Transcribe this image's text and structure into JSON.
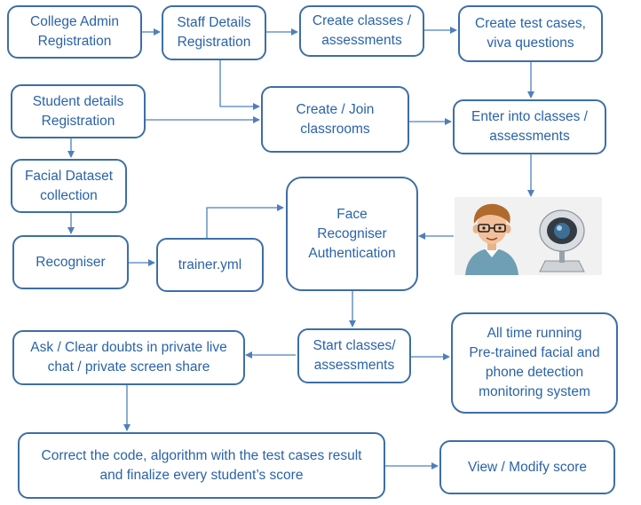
{
  "colors": {
    "box_border": "#3d6ea5",
    "text": "#2a63a8",
    "arrow": "#4f80bd",
    "background": "#ffffff"
  },
  "nodes": {
    "college_admin": "College Admin\nRegistration",
    "staff_details": "Staff Details\nRegistration",
    "create_classes": "Create classes /\nassessments",
    "create_tests": "Create test cases,\nviva questions",
    "student_details": "Student details\nRegistration",
    "create_join": "Create / Join\nclassrooms",
    "enter_classes": "Enter into classes /\nassessments",
    "facial_dataset": "Facial Dataset\ncollection",
    "recogniser": "Recogniser",
    "trainer": "trainer.yml",
    "face_auth": "Face\nRecogniser\nAuthentication",
    "start_classes": "Start  classes/\nassessments",
    "ask_doubts": "Ask / Clear doubts in private live\nchat / private screen share",
    "monitoring": "All time running\nPre-trained facial and\nphone detection\nmonitoring system",
    "correct_code": "Correct the code, algorithm with the test cases result\nand finalize every student’s score",
    "view_score": "View / Modify score"
  },
  "illustration": {
    "icons": [
      "student-avatar-icon",
      "webcam-icon"
    ]
  }
}
